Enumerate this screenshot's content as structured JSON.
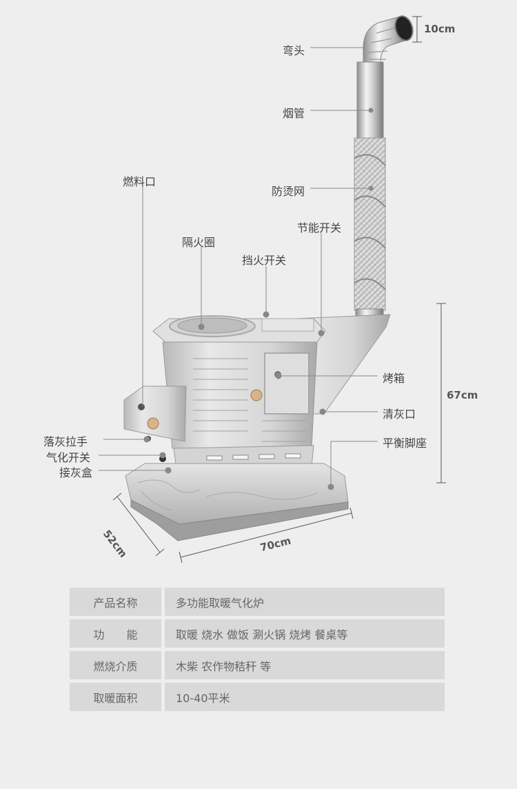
{
  "labels": {
    "wantou": "弯头",
    "yanguan": "烟管",
    "fangtangwang": "防烫网",
    "jienengkaiguan": "节能开关",
    "ranliaokou": "燃料口",
    "gehuoquan": "隔火圈",
    "danghuokaiguan": "挡火开关",
    "kaoxiang": "烤箱",
    "qinghuikou": "清灰口",
    "pinghengjiaozuo": "平衡脚座",
    "luohuilashou": "落灰拉手",
    "qihuakaiguan": "气化开关",
    "jiehuihe": "接灰盒"
  },
  "dimensions": {
    "elbow": "10cm",
    "height": "67cm",
    "depth": "52cm",
    "width": "70cm"
  },
  "specs": [
    {
      "key": "产品名称",
      "value": "多功能取暖气化炉"
    },
    {
      "key": "功　　能",
      "value": "取暖 烧水 做饭 涮火锅 烧烤 餐桌等"
    },
    {
      "key": "燃烧介质",
      "value": "木柴 农作物秸秆 等"
    },
    {
      "key": "取暖面积",
      "value": "10-40平米"
    }
  ],
  "colors": {
    "background": "#eeeeee",
    "table_cell": "#d9d9d9",
    "label_text": "#444444"
  }
}
